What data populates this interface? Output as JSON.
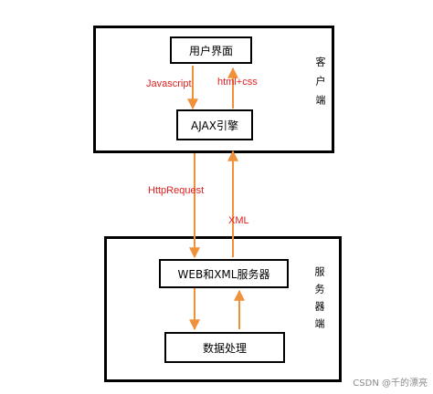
{
  "client": {
    "label": "客户端",
    "ui_box": "用户界面",
    "ajax_box": "AJAX引擎",
    "js_label": "Javascript",
    "htmlcss_label": "html+css"
  },
  "transport": {
    "request_label": "HttpRequest",
    "response_label": "XML"
  },
  "server": {
    "label": "服务器端",
    "web_box": "WEB和XML服务器",
    "data_box": "数据处理"
  },
  "watermark": "CSDN @千的漂亮",
  "colors": {
    "arrow": "#f0903a",
    "annotation": "#e02020"
  }
}
